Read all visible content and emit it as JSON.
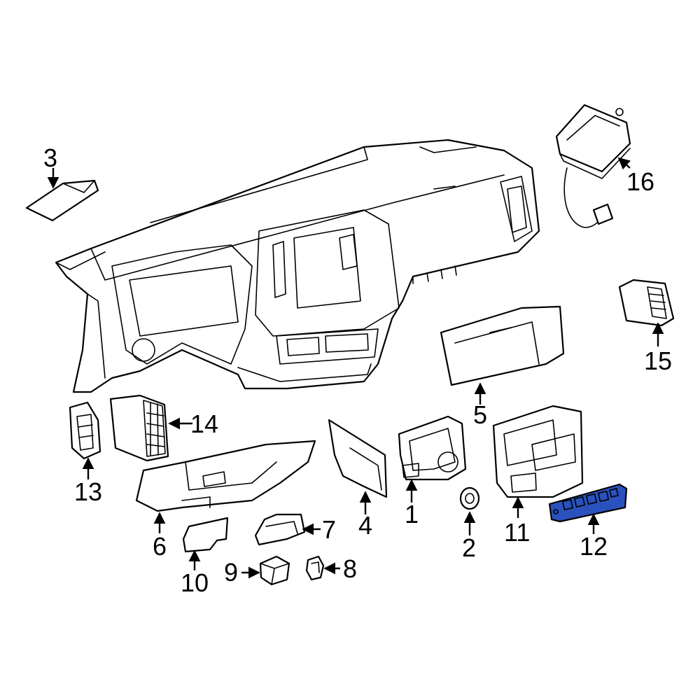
{
  "highlight_color": "#2a52be",
  "callouts": {
    "c1": "1",
    "c2": "2",
    "c3": "3",
    "c4": "4",
    "c5": "5",
    "c6": "6",
    "c7": "7",
    "c8": "8",
    "c9": "9",
    "c10": "10",
    "c11": "11",
    "c12": "12",
    "c13": "13",
    "c14": "14",
    "c15": "15",
    "c16": "16"
  },
  "highlighted_part": "12"
}
